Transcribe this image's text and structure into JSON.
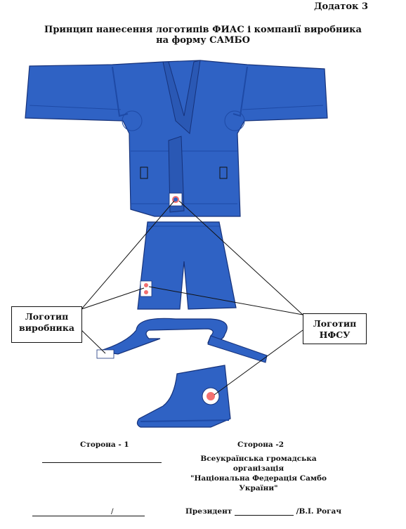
{
  "header": {
    "appendix": "Додаток 3",
    "title_line1": "Принцип нанесення логотипів ФИАС і компанії виробника",
    "title_line2": "на форму САМБО"
  },
  "callouts": {
    "manufacturer_line1": "Логотип",
    "manufacturer_line2": "виробника",
    "nfsu_line1": "Логотип",
    "nfsu_line2": "НФСУ"
  },
  "colors": {
    "uniform_blue": "#2f62c4",
    "uniform_dark": "#1e4aa6",
    "outline": "#16327a"
  },
  "footer": {
    "side1": "Сторона - 1",
    "side2": "Сторона -2",
    "org_line1": "Всеукраїнська громадська організація",
    "org_line2": "\"Національна Федерація Самбо",
    "org_line3": "України\"",
    "sig_sep": "/",
    "president_label": "Президент",
    "president_name": "/В.І. Рогач"
  }
}
